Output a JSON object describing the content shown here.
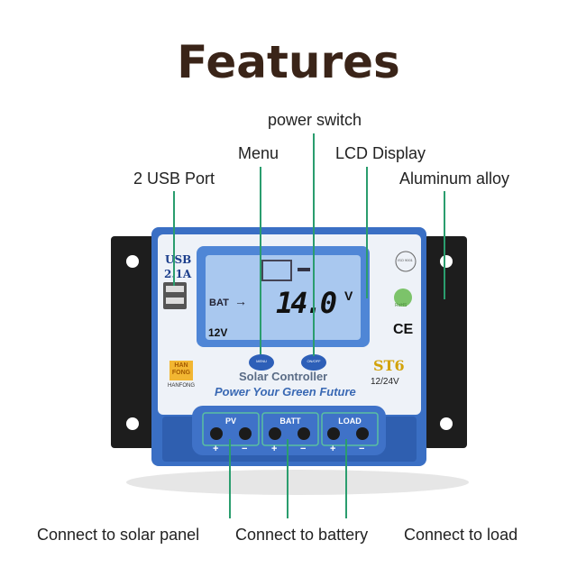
{
  "title": "Features",
  "callouts": {
    "power_switch": "power switch",
    "menu": "Menu",
    "lcd": "LCD Display",
    "usb": "2 USB Port",
    "aluminum": "Aluminum alloy",
    "solar": "Connect to solar panel",
    "battery": "Connect to battery",
    "load": "Connect to load"
  },
  "device": {
    "usb_label": "USB",
    "usb_current": "2.1A",
    "lcd_bat": "BAT",
    "lcd_value": "14.0",
    "lcd_unit": "V",
    "lcd_system": "12V",
    "menu_button": "MENU",
    "power_button": "ON/OFF",
    "brand_logo": "HAN FONG",
    "brand": "HANFONG",
    "product": "Solar Controller",
    "slogan": "Power Your Green Future",
    "model": "ST6",
    "voltage": "12/24V",
    "ce": "CE",
    "iso": "ISO 9001",
    "rohs": "RoHS",
    "terminals": [
      {
        "label": "PV"
      },
      {
        "label": "BATT"
      },
      {
        "label": "LOAD"
      }
    ],
    "plus": "+",
    "minus": "−"
  },
  "colors": {
    "line": "#2a9d6e",
    "body": "#3a6fc4",
    "lcd": "#a9c8ef",
    "title": "#3a2418"
  }
}
